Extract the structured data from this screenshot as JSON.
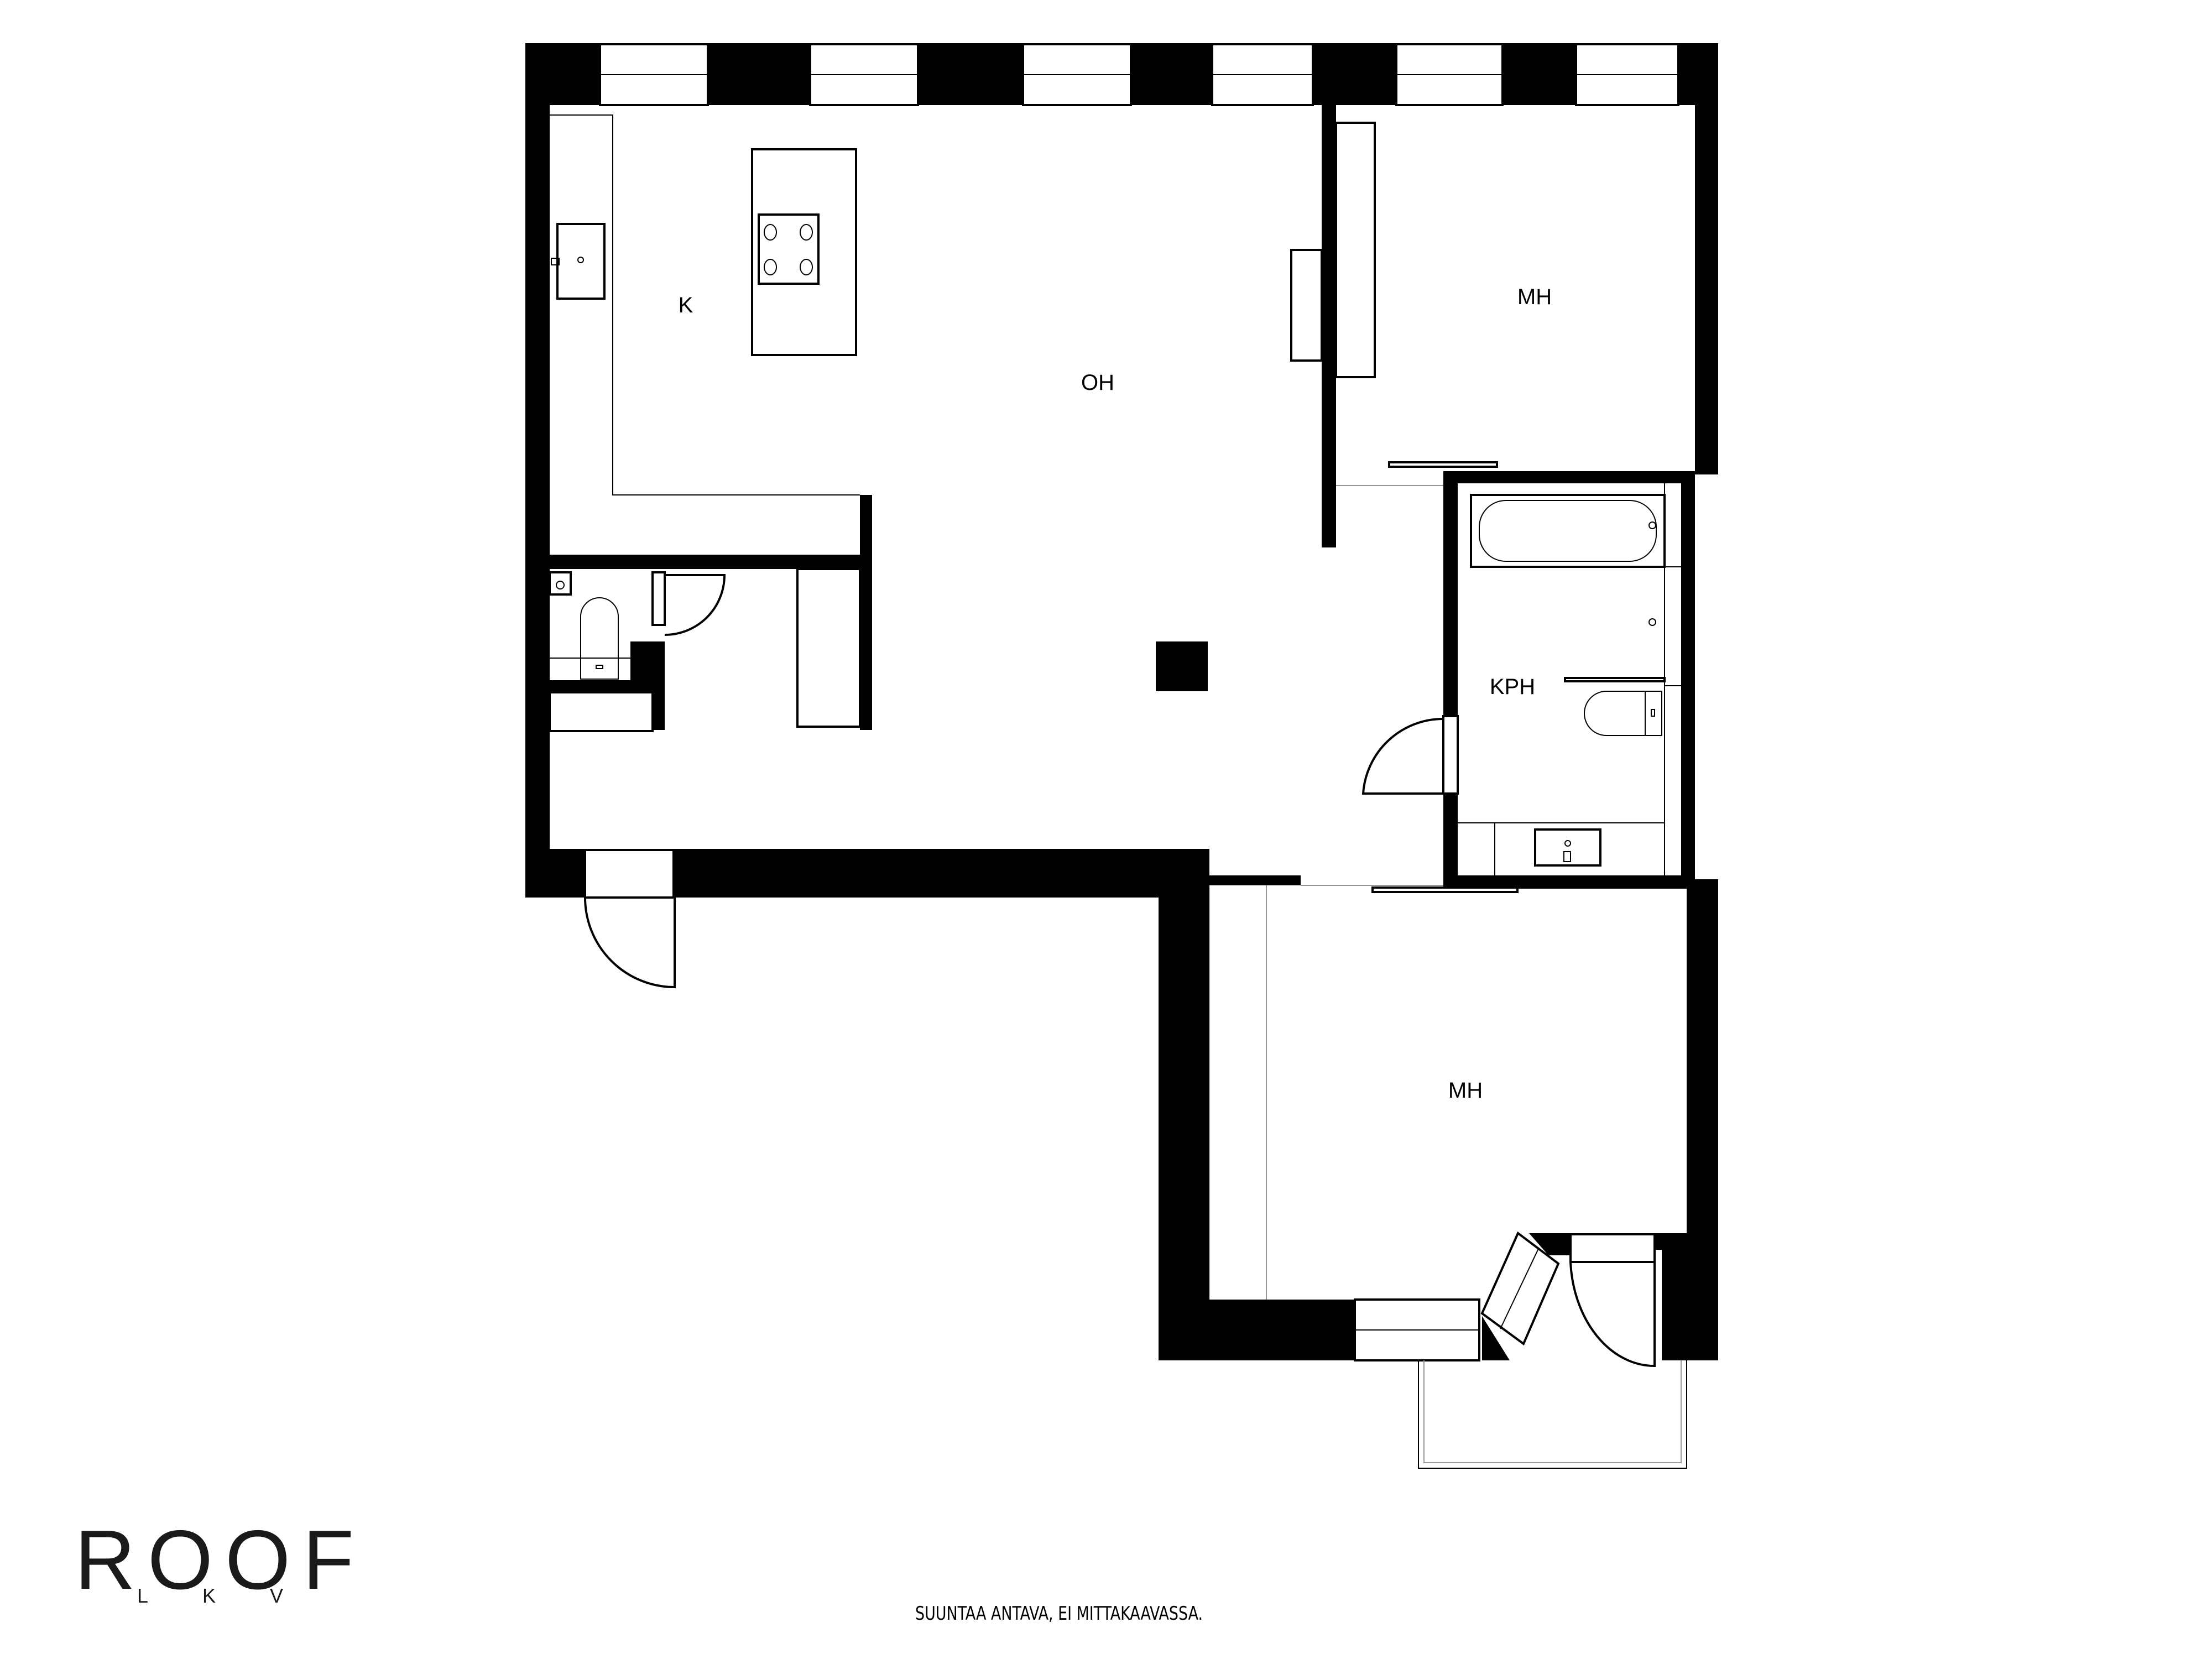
{
  "rooms": {
    "kitchen": "K",
    "living": "OH",
    "bedroom_top": "MH",
    "bathroom": "KPH",
    "bedroom_bottom": "MH"
  },
  "branding": {
    "logo": "ROOF",
    "logo_sub": "LKV"
  },
  "footer": {
    "disclaimer": "SUUNTAA ANTAVA, EI MITTAKAAVASSA."
  },
  "colors": {
    "wall": "#000000",
    "background": "#ffffff"
  }
}
